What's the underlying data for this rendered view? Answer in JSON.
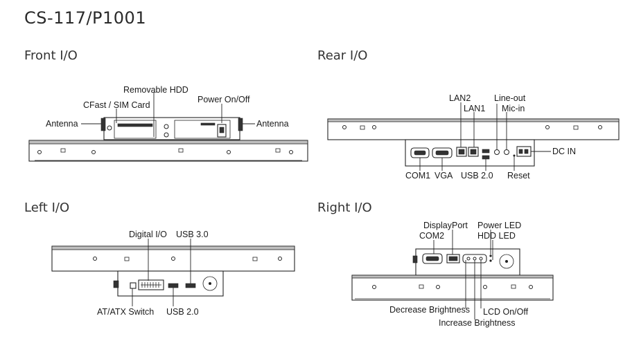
{
  "model": "CS-117/P1001",
  "sections": {
    "front": {
      "title": "Front I/O",
      "labels": {
        "removable_hdd": "Removable HDD",
        "cfast_sim": "CFast / SIM Card",
        "power": "Power On/Off",
        "antenna_left": "Antenna",
        "antenna_right": "Antenna"
      }
    },
    "rear": {
      "title": "Rear I/O",
      "labels": {
        "lan2": "LAN2",
        "lan1": "LAN1",
        "line_out": "Line-out",
        "mic_in": "Mic-in",
        "dc_in": "DC IN",
        "com1": "COM1",
        "vga": "VGA",
        "usb20": "USB 2.0",
        "reset": "Reset"
      }
    },
    "left": {
      "title": "Left I/O",
      "labels": {
        "digital_io": "Digital I/O",
        "usb30": "USB 3.0",
        "at_atx": "AT/ATX Switch",
        "usb20": "USB 2.0"
      }
    },
    "right": {
      "title": "Right I/O",
      "labels": {
        "displayport": "DisplayPort",
        "power_led": "Power LED",
        "com2": "COM2",
        "hdd_led": "HDD LED",
        "decrease_brightness": "Decrease Brightness",
        "lcd_onoff": "LCD On/Off",
        "increase_brightness": "Increase Brightness"
      }
    }
  },
  "colors": {
    "line": "#222222",
    "text": "#1a1a1a",
    "fill_gray": "#bfbfbf"
  }
}
